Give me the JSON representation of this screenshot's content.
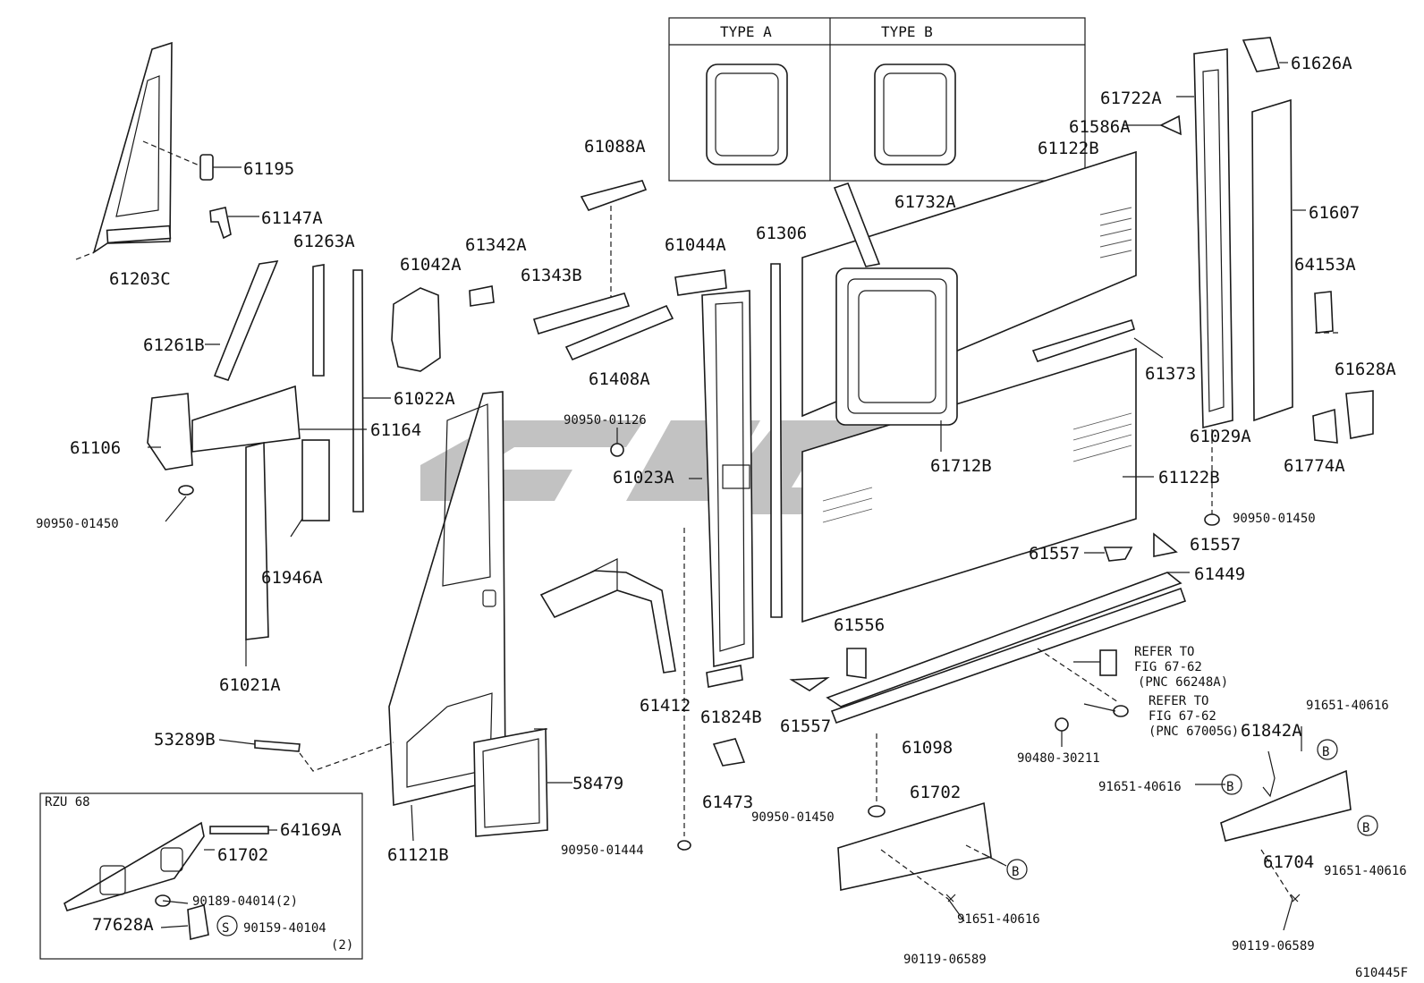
{
  "diagram": {
    "id_code": "610445F",
    "inset_types": {
      "type_a": "TYPE A",
      "type_b": "TYPE B"
    },
    "inset_model": "RZU 68",
    "parts": {
      "p61195": "61195",
      "p61147A": "61147A",
      "p61203C": "61203C",
      "p61263A": "61263A",
      "p61261B": "61261B",
      "p61042A": "61042A",
      "p61342A": "61342A",
      "p61088A": "61088A",
      "p61343B": "61343B",
      "p61408A": "61408A",
      "p61044A": "61044A",
      "p61306": "61306",
      "p61122B_top": "61122B",
      "p61732A": "61732A",
      "p61722A": "61722A",
      "p61586A": "61586A",
      "p61626A": "61626A",
      "p61607": "61607",
      "p64153A": "64153A",
      "p61628A": "61628A",
      "p61774A": "61774A",
      "p61373": "61373",
      "p61029A": "61029A",
      "p90950_01450_r": "90950-01450",
      "p61106": "61106",
      "p61164": "61164",
      "p61022A": "61022A",
      "p90950_01450_l": "90950-01450",
      "p61946A": "61946A",
      "p61021A": "61021A",
      "p90950_01126": "90950-01126",
      "p61023A": "61023A",
      "p61712B": "61712B",
      "p61122B_bot": "61122B",
      "p61557_a": "61557",
      "p61557_b": "61557",
      "p61449": "61449",
      "p61556": "61556",
      "p61557_c": "61557",
      "p61412": "61412",
      "p61824B": "61824B",
      "p61098": "61098",
      "p53289B": "53289B",
      "p58479": "58479",
      "p61473": "61473",
      "p61121B": "61121B",
      "p90950_01444": "90950-01444",
      "p90950_01450_b": "90950-01450",
      "p61702": "61702",
      "p90480_30211": "90480-30211",
      "p91651_40616_a": "91651-40616",
      "p61842A": "61842A",
      "p91651_40616_b": "91651-40616",
      "p91651_40616_c": "91651-40616",
      "p91651_40616_d": "91651-40616",
      "p61704": "61704",
      "p90119_06589_a": "90119-06589",
      "p90119_06589_b": "90119-06589",
      "p64169A": "64169A",
      "p61702_inset": "61702",
      "p90189_04014": "90189-04014(2)",
      "p77628A": "77628A",
      "p90159_40104": "90159-40104",
      "p90159_40104_qty": "(2)"
    },
    "refer_1": {
      "line1": "REFER TO",
      "line2": "FIG 67-62",
      "pnc": "(PNC 66248A)"
    },
    "refer_2": {
      "line1": "REFER TO",
      "line2": "FIG 67-62",
      "pnc": "(PNC 67005G)"
    },
    "markers": {
      "b": "B",
      "s": "S"
    }
  }
}
